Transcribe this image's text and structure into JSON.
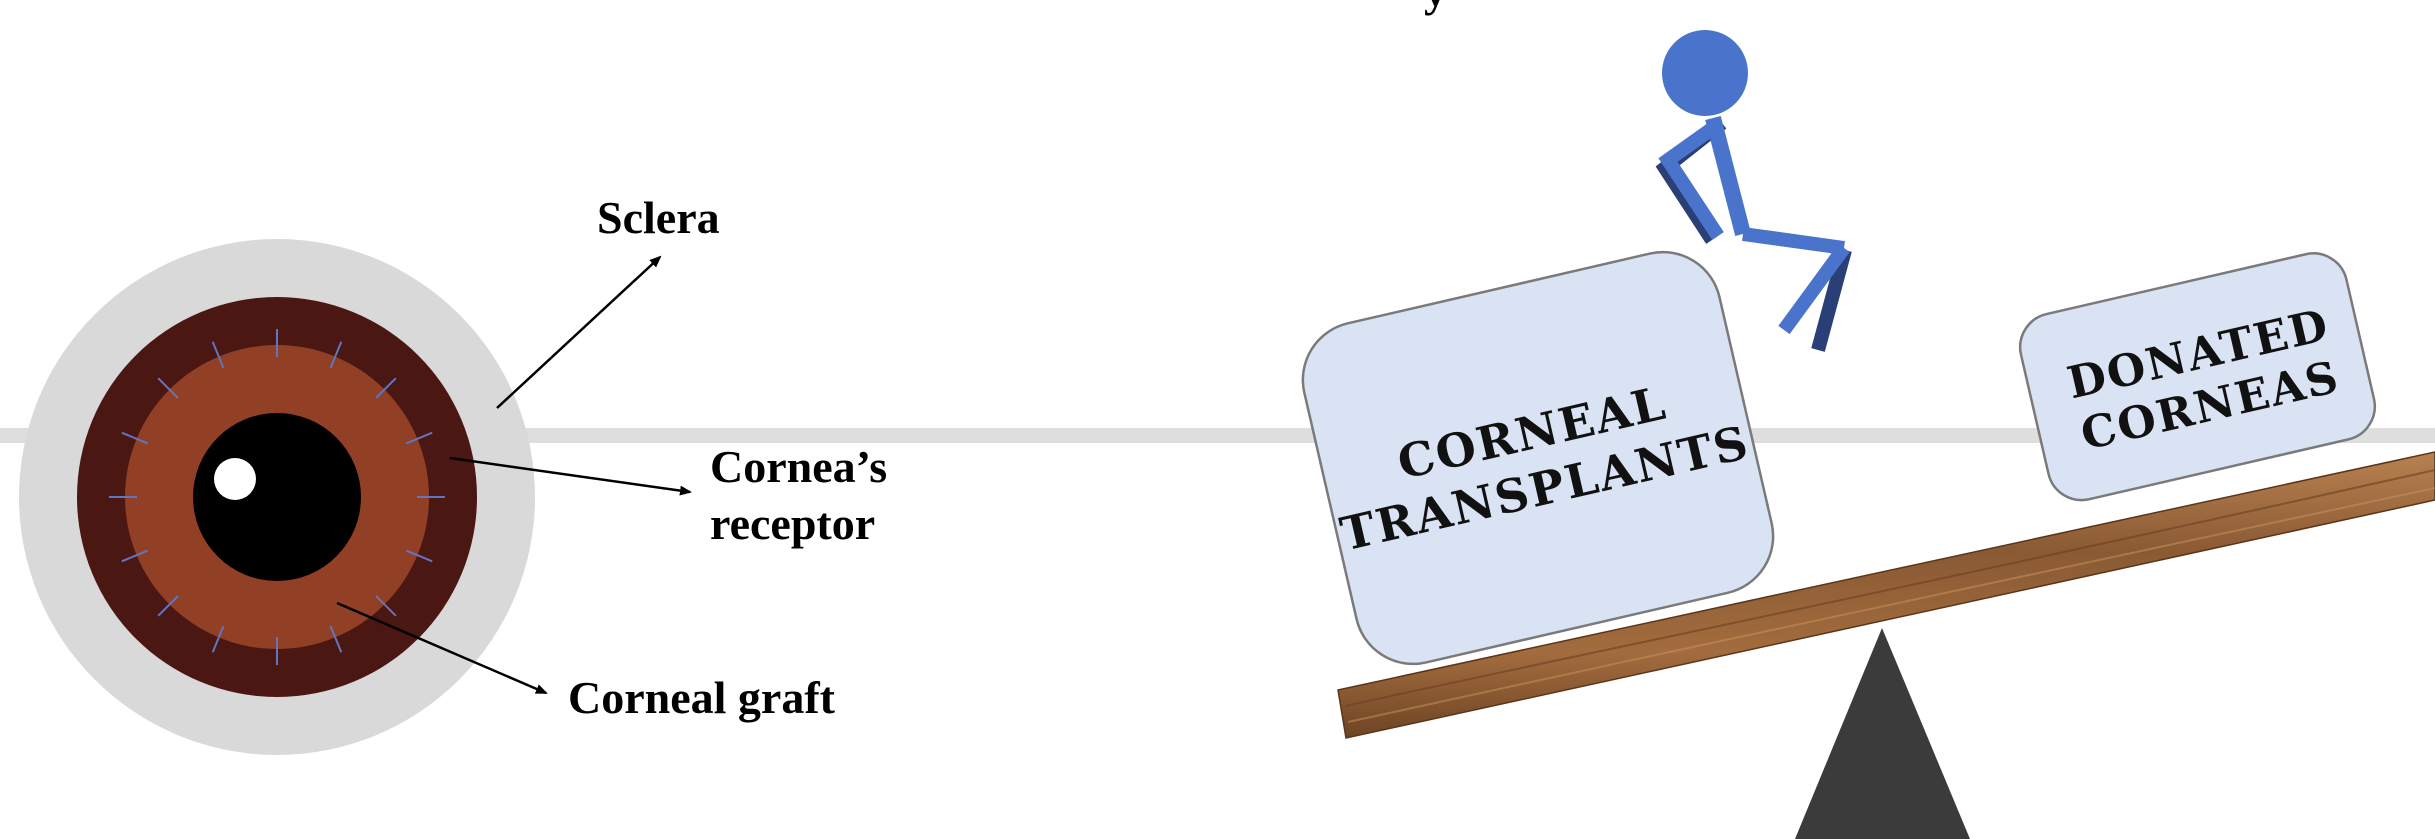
{
  "diagram": {
    "title_fragment": "y",
    "eye_labels": {
      "sclera": "Sclera",
      "receptor_line1": "Cornea’s",
      "receptor_line2": "receptor",
      "graft": "Corneal graft"
    },
    "seesaw": {
      "heavy_box_line1": "CORNEAL",
      "heavy_box_line2": "TRANSPLANTS",
      "light_box_line1": "DONATED",
      "light_box_line2": "CORNEAS"
    }
  },
  "colors": {
    "sclera_ring": "#d9d9d9",
    "iris_outer": "#4a1713",
    "iris_graft": "#913f25",
    "pupil": "#000000",
    "sutures": "#6275c0",
    "stick_figure": "#4a74cb",
    "stick_figure_shadow": "#2a3f75",
    "box_fill": "#dae3f3",
    "box_stroke": "#7a7a7a",
    "plank": "#8a5a34",
    "fulcrum": "#3b3b3b",
    "horizon_line": "#dedede"
  }
}
